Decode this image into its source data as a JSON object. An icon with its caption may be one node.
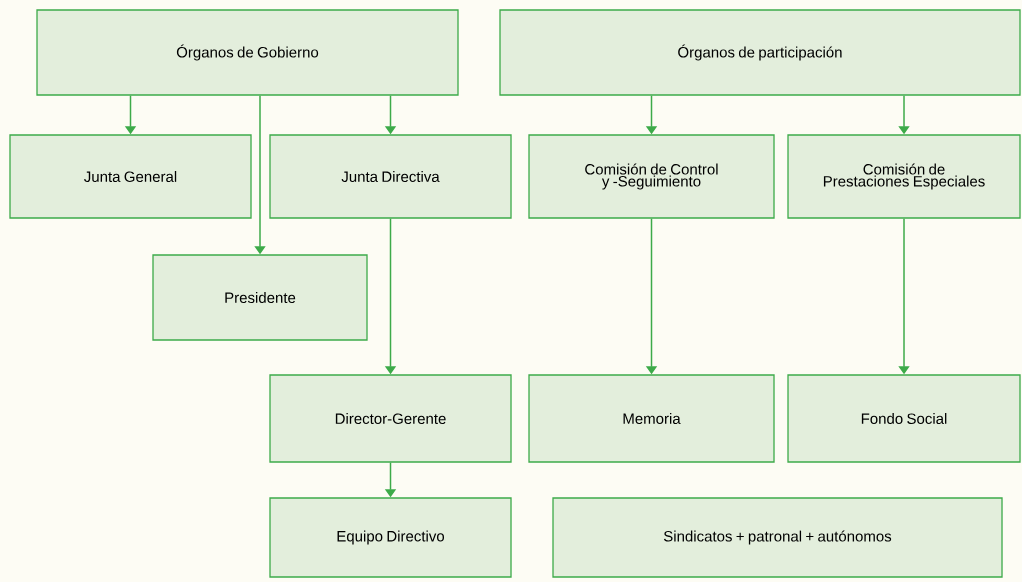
{
  "diagram": {
    "nodes": [
      {
        "text": [
          "Órganos de Gobierno"
        ]
      },
      {
        "text": [
          "Junta General"
        ]
      },
      {
        "text": [
          "Junta Directiva"
        ]
      },
      {
        "text": [
          "Presidente"
        ]
      },
      {
        "text": [
          "Director-Gerente"
        ]
      },
      {
        "text": [
          "Equipo Directivo"
        ]
      },
      {
        "text": [
          "Órganos de participación"
        ]
      },
      {
        "text": [
          "Comisión de Control y -Seguimiento"
        ]
      },
      {
        "text": [
          "Comisión de Prestaciones Especiales"
        ]
      },
      {
        "text": [
          "Memoria"
        ]
      },
      {
        "text": [
          "Fondo Social"
        ]
      },
      {
        "text": [
          "Sindicatos + patronal + autónomos"
        ]
      }
    ],
    "edges": [
      {
        "from": 0,
        "to": 1,
        "arrow": "to"
      },
      {
        "from": 0,
        "to": 3,
        "arrow": "to"
      },
      {
        "from": 0,
        "to": 2,
        "arrow": "to"
      },
      {
        "from": 2,
        "to": 4,
        "arrow": "to"
      },
      {
        "from": 4,
        "to": 5,
        "arrow": "to"
      },
      {
        "from": 6,
        "to": 7,
        "arrow": "to"
      },
      {
        "from": 6,
        "to": 8,
        "arrow": "to"
      },
      {
        "from": 7,
        "to": 9,
        "arrow": "to"
      },
      {
        "from": 8,
        "to": 10,
        "arrow": "to"
      }
    ]
  }
}
